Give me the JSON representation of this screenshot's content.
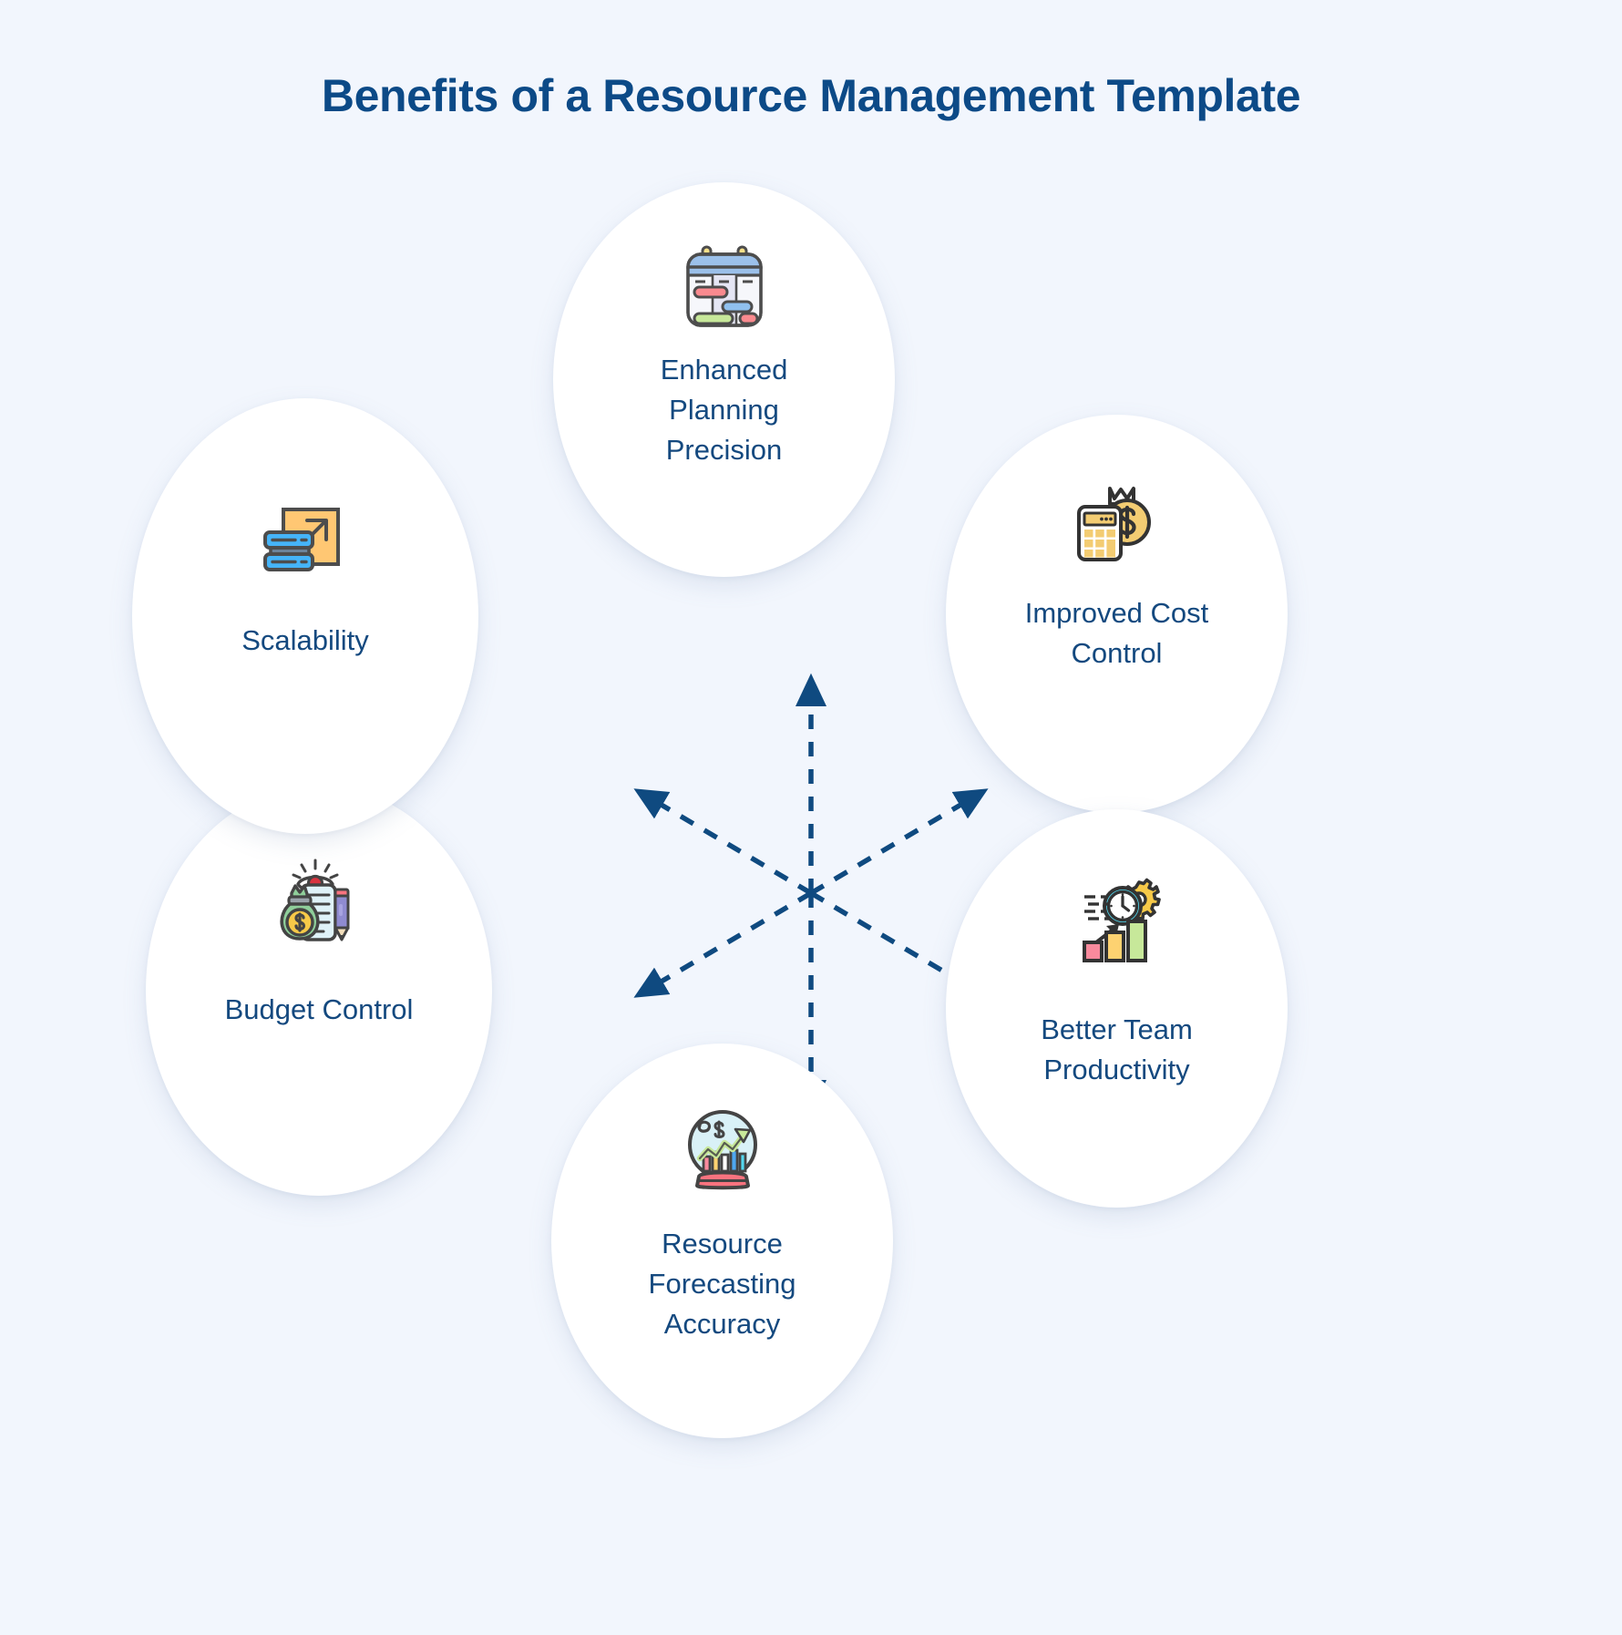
{
  "header": {
    "title": "Benefits of a Resource Management Template"
  },
  "theme": {
    "background": "#f2f6fd",
    "node_background": "#ffffff",
    "title_color": "#0c4a87",
    "label_color": "#14497f",
    "arrow_color": "#0f4a80"
  },
  "center": {
    "arrow_count": 6,
    "arrow_style": "dashed",
    "directions": [
      "up",
      "up-right",
      "down-right",
      "down",
      "down-left",
      "up-left"
    ]
  },
  "nodes": [
    {
      "id": "enhanced-planning-precision",
      "label": "Enhanced\nPlanning\nPrecision",
      "icon": "gantt-calendar-icon",
      "position": "top"
    },
    {
      "id": "improved-cost-control",
      "label": "Improved Cost\nControl",
      "icon": "calculator-money-bag-icon",
      "position": "top-right"
    },
    {
      "id": "better-team-productivity",
      "label": "Better Team\nProductivity",
      "icon": "bar-chart-clock-gear-icon",
      "position": "bottom-right"
    },
    {
      "id": "resource-forecasting-accuracy",
      "label": "Resource\nForecasting\nAccuracy",
      "icon": "crystal-ball-growth-chart-icon",
      "position": "bottom"
    },
    {
      "id": "budget-control",
      "label": "Budget Control",
      "icon": "money-bag-checklist-pencil-icon",
      "position": "bottom-left"
    },
    {
      "id": "scalability",
      "label": "Scalability",
      "icon": "server-stack-growth-arrow-icon",
      "position": "left"
    }
  ]
}
